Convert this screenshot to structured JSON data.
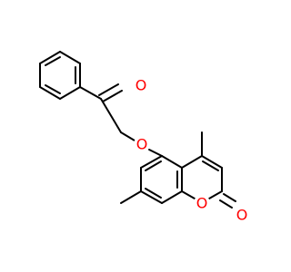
{
  "structure": {
    "atoms": [
      {
        "id": "ring-o",
        "symbol": "O",
        "color": "#ff0000"
      },
      {
        "id": "carbonyl-o-lactone",
        "symbol": "O",
        "color": "#ff0000"
      },
      {
        "id": "ether-o",
        "symbol": "O",
        "color": "#ff0000"
      },
      {
        "id": "ketone-o",
        "symbol": "O",
        "color": "#ff0000"
      }
    ],
    "bond_color": "#000000"
  }
}
